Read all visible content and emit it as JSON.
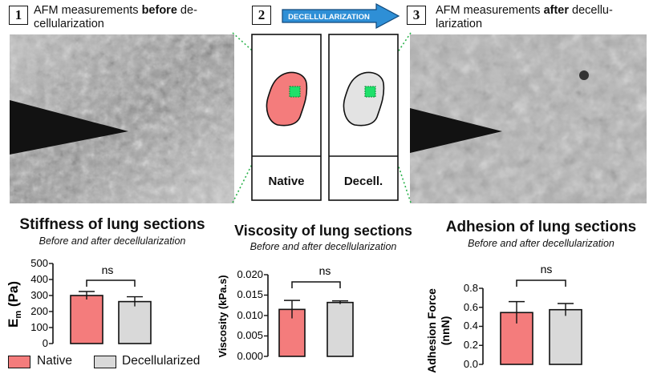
{
  "steps": [
    {
      "num": "1",
      "caption_pre": "AFM measurements ",
      "caption_bold": "before",
      "caption_post_line1": " de-",
      "caption_line2": "cellularization"
    },
    {
      "num": "2",
      "arrow_label": "DECELLULARIZATION"
    },
    {
      "num": "3",
      "caption_pre": "AFM measurements ",
      "caption_bold": "after",
      "caption_post_line1": " decellu-",
      "caption_line2": "larization"
    }
  ],
  "tissue_panels": [
    {
      "label": "Native"
    },
    {
      "label": "Decell."
    }
  ],
  "colors": {
    "native": "#f47c7c",
    "decell": "#d9d9d9",
    "arrow": "#2e8fd6",
    "probe_square": "#1fe06a",
    "guide_line": "#2bb24c"
  },
  "legend": {
    "native_label": "Native",
    "decell_label": "Decellularized"
  },
  "chart_data": [
    {
      "type": "bar",
      "title": "Stiffness of lung sections",
      "subtitle": "Before and after decellularization",
      "ylabel_main": "E",
      "ylabel_sub": "m",
      "ylabel_unit": " (Pa)",
      "categories": [
        "Native",
        "Decellularized"
      ],
      "values": [
        300,
        262
      ],
      "errors": [
        25,
        30
      ],
      "ylim": [
        0,
        500
      ],
      "yticks": [
        "0",
        "100",
        "200",
        "300",
        "400",
        "500"
      ],
      "significance": "ns"
    },
    {
      "type": "bar",
      "title": "Viscosity of lung sections",
      "subtitle": "Before and after decellularization",
      "ylabel": "Viscosity (kPa.s)",
      "categories": [
        "Native",
        "Decellularized"
      ],
      "values": [
        0.0115,
        0.0132
      ],
      "errors": [
        0.0022,
        0.0004
      ],
      "ylim": [
        0,
        0.02
      ],
      "yticks": [
        "0.000",
        "0.005",
        "0.010",
        "0.015",
        "0.020"
      ],
      "significance": "ns"
    },
    {
      "type": "bar",
      "title": "Adhesion of lung sections",
      "subtitle": "Before and after decellularization",
      "ylabel_line1": "Adhesion Force",
      "ylabel_line2": "(nnN)",
      "categories": [
        "Native",
        "Decellularized"
      ],
      "values": [
        0.545,
        0.575
      ],
      "errors": [
        0.115,
        0.065
      ],
      "ylim": [
        0,
        0.8
      ],
      "yticks": [
        "0.0",
        "0.2",
        "0.4",
        "0.6",
        "0.8"
      ],
      "significance": "ns"
    }
  ]
}
